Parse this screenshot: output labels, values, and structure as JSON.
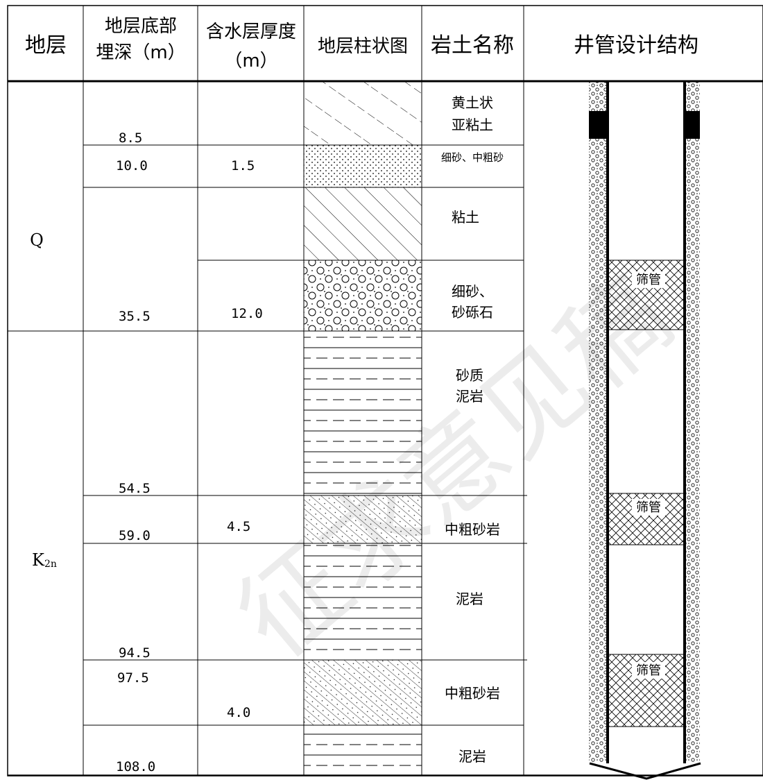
{
  "headers": {
    "stratum": "地层",
    "depth_line1": "地层底部",
    "depth_line2": "埋深（m）",
    "thickness_line1": "含水层厚度",
    "thickness_line2": "（m）",
    "column": "地层柱状图",
    "rock_name": "岩土名称",
    "well": "井管设计结构"
  },
  "strata": {
    "q": "Q",
    "k_main": "K",
    "k_sub": "2n"
  },
  "depths": [
    "8.5",
    "10.0",
    "35.5",
    "54.5",
    "59.0",
    "94.5",
    "97.5",
    "108.0"
  ],
  "thickness": [
    "1.5",
    "12.0",
    "4.5",
    "4.0"
  ],
  "rocks": {
    "loess_1": "黄土状",
    "loess_2": "亚粘土",
    "fine_medium_sand": "细砂、中粗砂",
    "clay": "粘土",
    "fine_gravel_1": "细砂、",
    "fine_gravel_2": "砂砾石",
    "sandy_mud_1": "砂质",
    "sandy_mud_2": "泥岩",
    "coarse_sandstone_1": "中粗砂岩",
    "mudstone_1": "泥岩",
    "coarse_sandstone_2": "中粗砂岩",
    "mudstone_2": "泥岩"
  },
  "well": {
    "screen_1": "筛管",
    "screen_2": "筛管",
    "screen_3": "筛管"
  },
  "watermark": "征求意见稿"
}
